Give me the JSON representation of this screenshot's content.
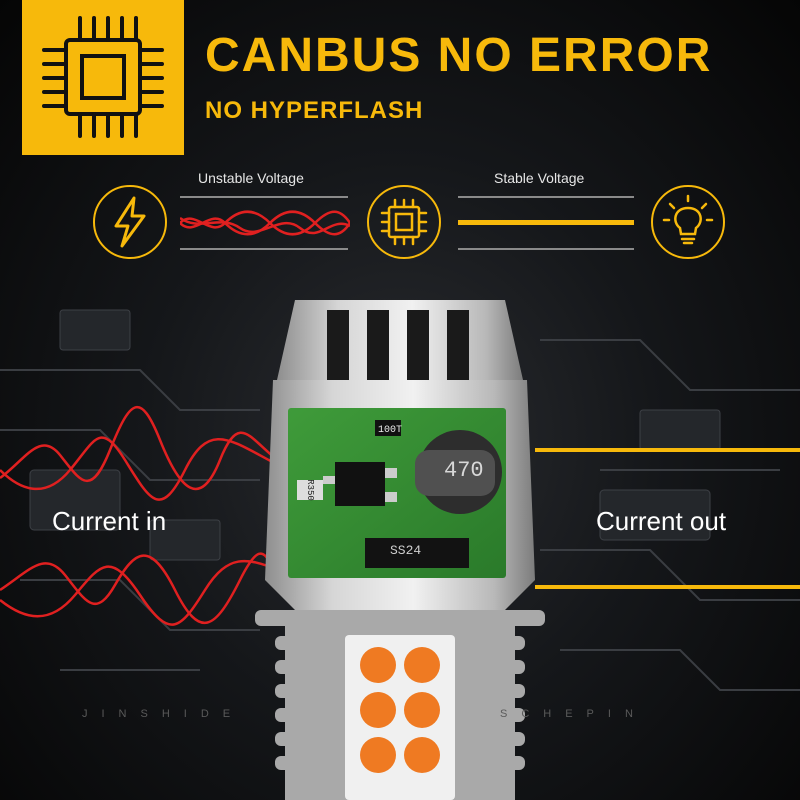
{
  "header": {
    "headline": "CANBUS NO ERROR",
    "subline": "NO HYPERFLASH",
    "accent_color": "#f7b90b",
    "badge_icon": "chip-icon"
  },
  "voltage_row": {
    "unstable_label": "Unstable Voltage",
    "stable_label": "Stable Voltage",
    "icons": [
      "lightning-icon",
      "chip-icon",
      "bulb-icon"
    ],
    "unstable_color": "#e02020",
    "stable_color": "#f7b90b"
  },
  "board": {
    "resistor_top": "100T",
    "resistor_left": "R350",
    "inductor": "470",
    "diode": "SS24"
  },
  "current": {
    "in_label": "Current in",
    "out_label": "Current out"
  },
  "watermark": {
    "left": "JINSHIDE",
    "right": "SCHEPIN"
  }
}
